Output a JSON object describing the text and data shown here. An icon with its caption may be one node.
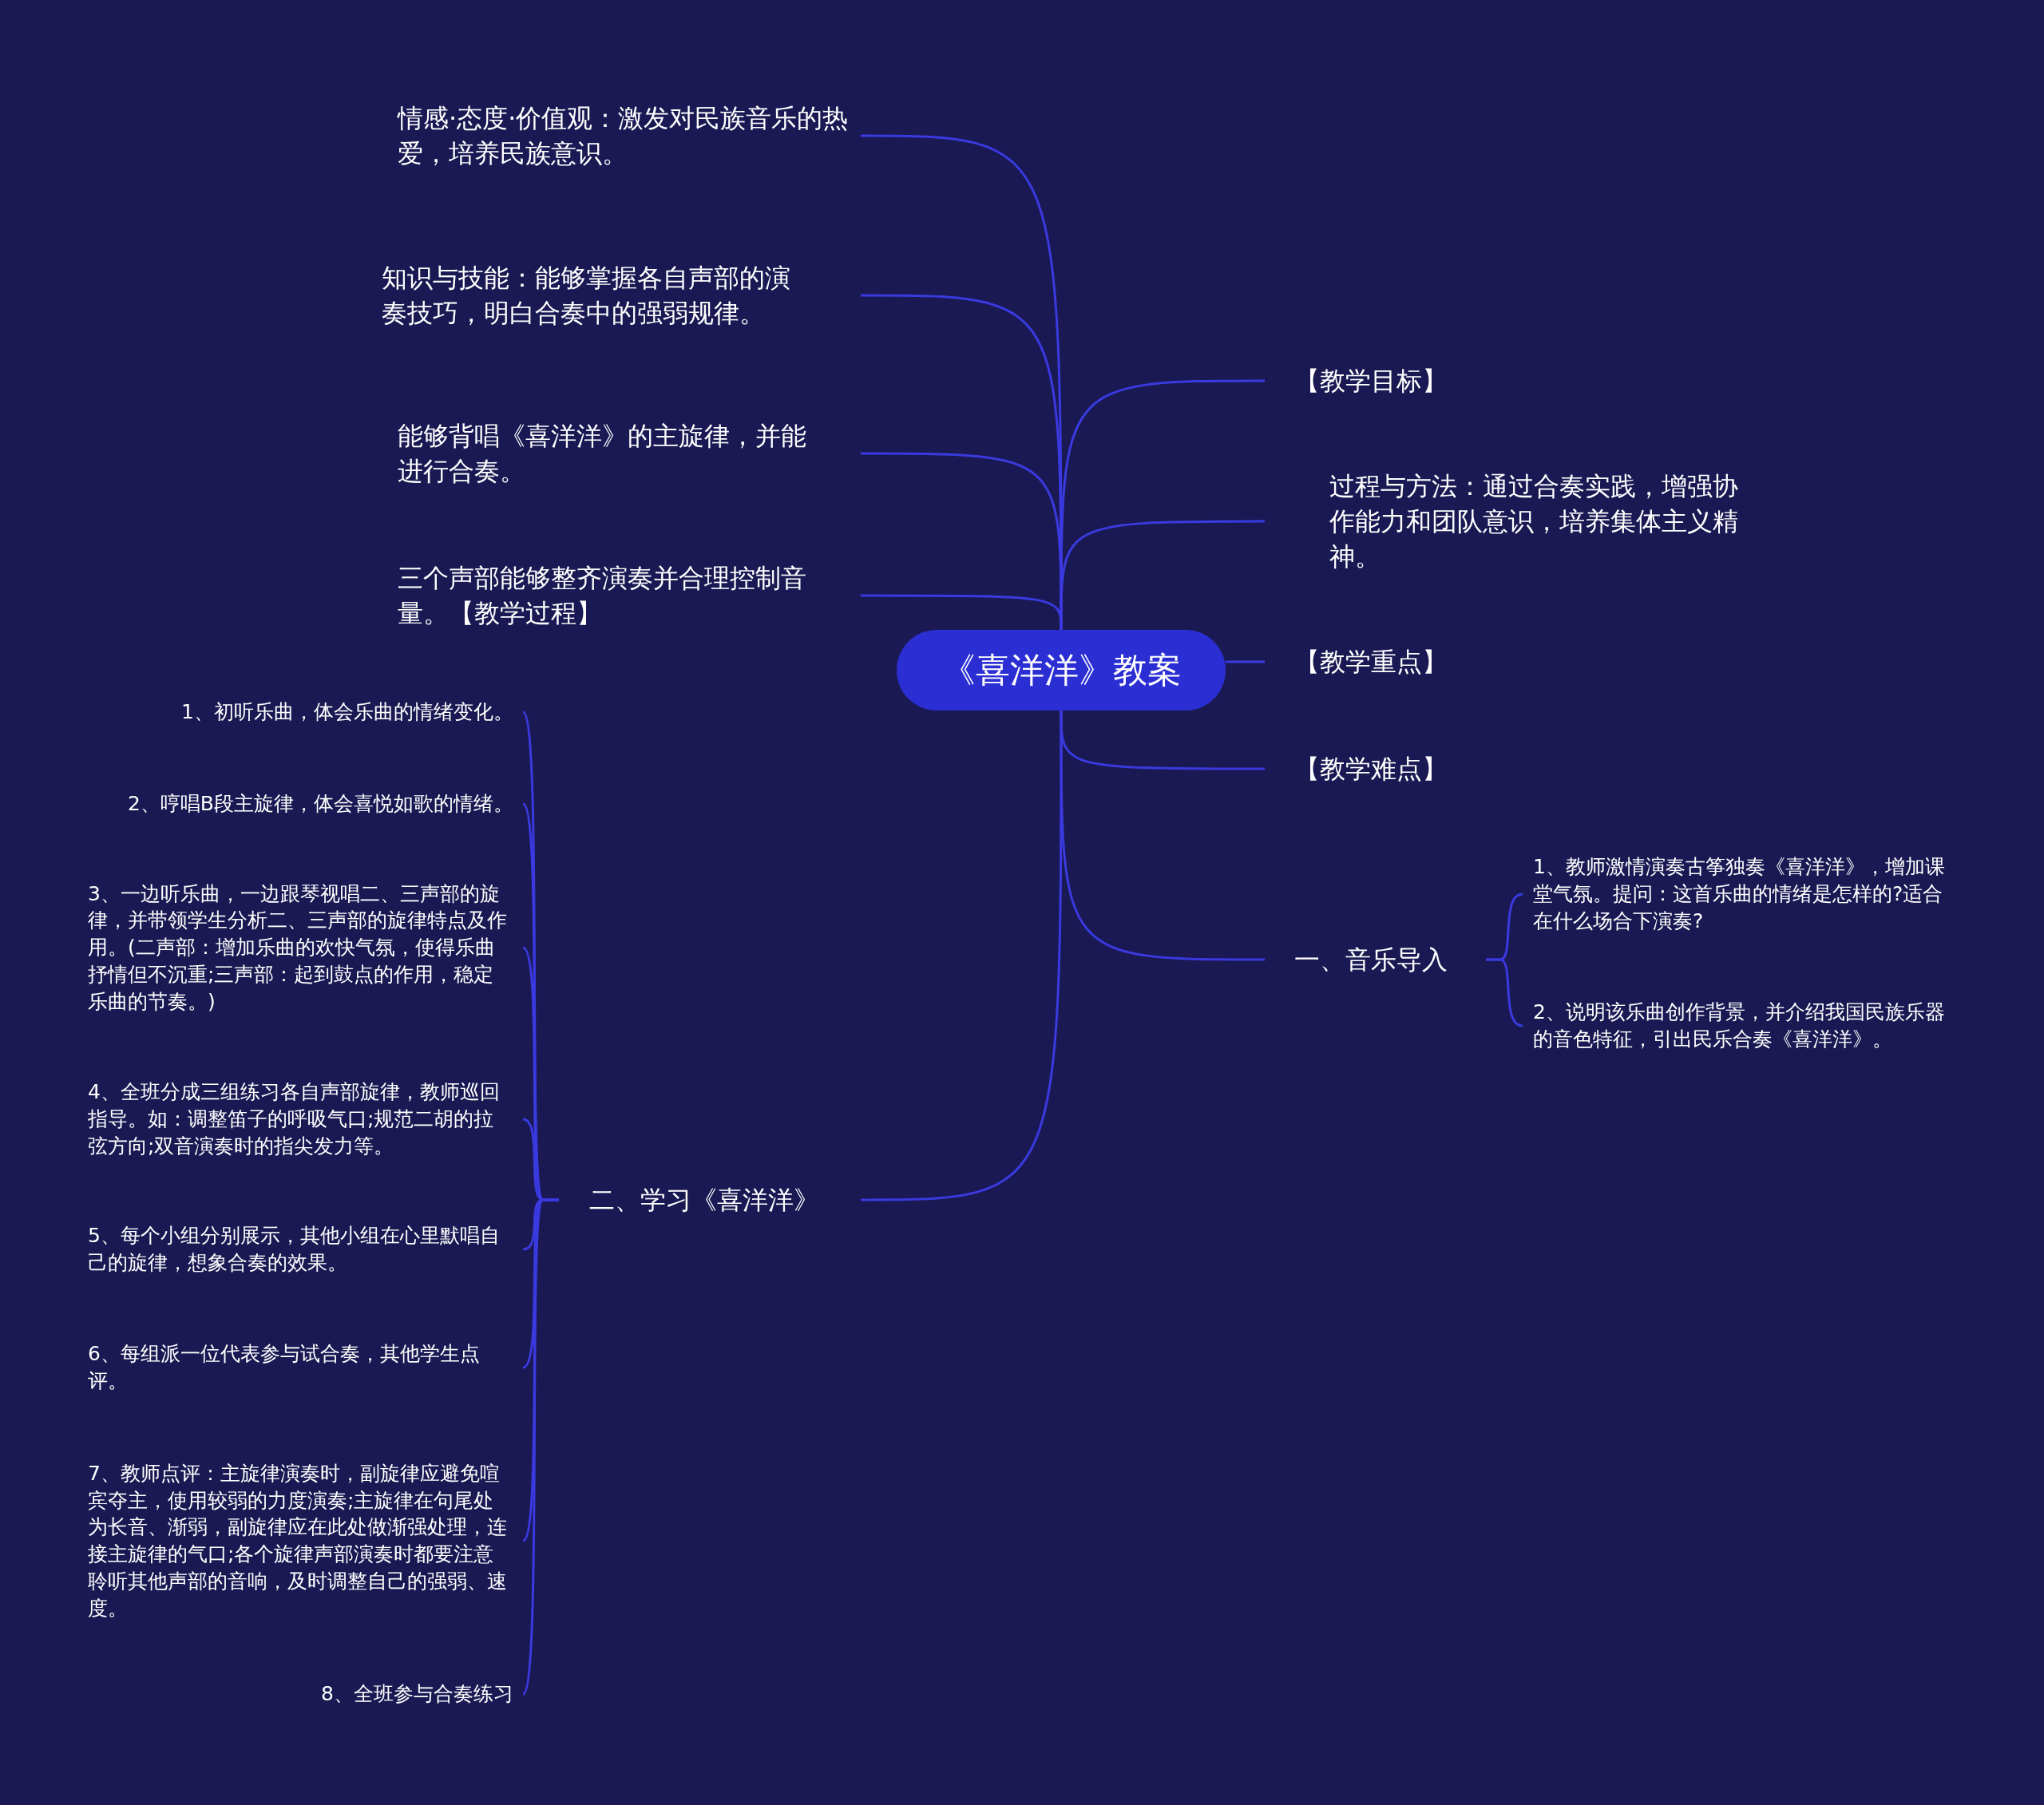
{
  "diagram": {
    "nodes": [
      {
        "text": [
          "《喜洋洋》教案"
        ]
      },
      {
        "text": [
          "情感·态度·价值观：激发对民族音乐的热爱，培养民族意识。"
        ]
      },
      {
        "text": [
          "知识与技能：能够掌握各自声部的演奏技巧，明白合奏中的强弱规律。"
        ]
      },
      {
        "text": [
          "能够背唱《喜洋洋》的主旋律，并能进行合奏。"
        ]
      },
      {
        "text": [
          "三个声部能够整齐演奏并合理控制音量。【教学过程】"
        ]
      },
      {
        "text": [
          "【教学目标】"
        ]
      },
      {
        "text": [
          "过程与方法：通过合奏实践，增强协作能力和团队意识，培养集体主义精神。"
        ]
      },
      {
        "text": [
          "【教学重点】"
        ]
      },
      {
        "text": [
          "【教学难点】"
        ]
      },
      {
        "text": [
          "一、音乐导入"
        ]
      },
      {
        "text": [
          "1、教师激情演奏古筝独奏《喜洋洋》，增加课堂气氛。提问：这首乐曲的情绪是怎样的?适合在什么场合下演奏?"
        ]
      },
      {
        "text": [
          "2、说明该乐曲创作背景，并介绍我国民族乐器的音色特征，引出民乐合奏《喜洋洋》。"
        ]
      },
      {
        "text": [
          "二、学习《喜洋洋》"
        ]
      },
      {
        "text": [
          "1、初听乐曲，体会乐曲的情绪变化。"
        ]
      },
      {
        "text": [
          "2、哼唱B段主旋律，体会喜悦如歌的情绪。"
        ]
      },
      {
        "text": [
          "3、一边听乐曲，一边跟琴视唱二、三声部的旋律，并带领学生分析二、三声部的旋律特点及作用。(二声部：增加乐曲的欢快气氛，使得乐曲抒情但不沉重;三声部：起到鼓点的作用，稳定乐曲的节奏。)"
        ]
      },
      {
        "text": [
          "4、全班分成三组练习各自声部旋律，教师巡回指导。如：调整笛子的呼吸气口;规范二胡的拉弦方向;双音演奏时的指尖发力等。"
        ]
      },
      {
        "text": [
          "5、每个小组分别展示，其他小组在心里默唱自己的旋律，想象合奏的效果。"
        ]
      },
      {
        "text": [
          "6、每组派一位代表参与试合奏，其他学生点评。"
        ]
      },
      {
        "text": [
          "7、教师点评：主旋律演奏时，副旋律应避免喧宾夺主，使用较弱的力度演奏;主旋律在句尾处为长音、渐弱，副旋律应在此处做渐强处理，连接主旋律的气口;各个旋律声部演奏时都要注意聆听其他声部的音响，及时调整自己的强弱、速度。"
        ]
      },
      {
        "text": [
          "8、全班参与合奏练习"
        ]
      }
    ],
    "edges": [
      {
        "from": 0,
        "to": 1,
        "arrow": "none"
      },
      {
        "from": 0,
        "to": 2,
        "arrow": "none"
      },
      {
        "from": 0,
        "to": 3,
        "arrow": "none"
      },
      {
        "from": 0,
        "to": 4,
        "arrow": "none"
      },
      {
        "from": 0,
        "to": 5,
        "arrow": "none"
      },
      {
        "from": 0,
        "to": 6,
        "arrow": "none"
      },
      {
        "from": 0,
        "to": 7,
        "arrow": "none"
      },
      {
        "from": 0,
        "to": 8,
        "arrow": "none"
      },
      {
        "from": 0,
        "to": 9,
        "arrow": "none"
      },
      {
        "from": 9,
        "to": 10,
        "arrow": "none"
      },
      {
        "from": 9,
        "to": 11,
        "arrow": "none"
      },
      {
        "from": 0,
        "to": 12,
        "arrow": "none"
      },
      {
        "from": 12,
        "to": 13,
        "arrow": "none"
      },
      {
        "from": 12,
        "to": 14,
        "arrow": "none"
      },
      {
        "from": 12,
        "to": 15,
        "arrow": "none"
      },
      {
        "from": 12,
        "to": 16,
        "arrow": "none"
      },
      {
        "from": 12,
        "to": 17,
        "arrow": "none"
      },
      {
        "from": 12,
        "to": 18,
        "arrow": "none"
      },
      {
        "from": 12,
        "to": 19,
        "arrow": "none"
      },
      {
        "from": 12,
        "to": 20,
        "arrow": "none"
      }
    ]
  }
}
